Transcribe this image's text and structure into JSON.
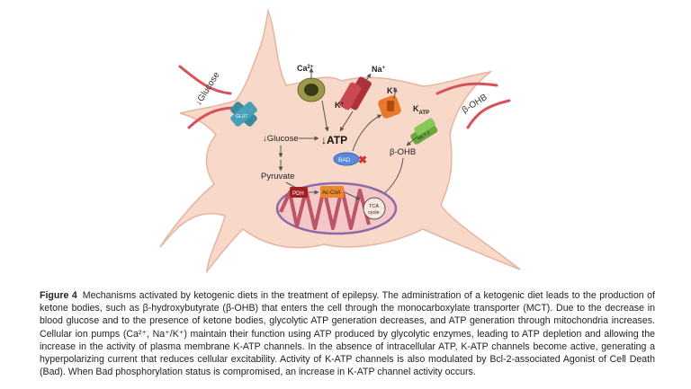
{
  "figure": {
    "labels": {
      "glucose_outside": "↓Glucose",
      "beta_ohb_outside": "β-OHB",
      "glut": "GLUT",
      "mct": "MCT-1",
      "glucose_inside": "↓Glucose",
      "atp": "↓ATP",
      "pyruvate": "Pyruvate",
      "pdh": "PDH",
      "acetyl_coa": "Ac-CoA",
      "tca_line1": "TCA",
      "tca_line2": "cycle",
      "bad": "BAD",
      "beta_ohb_inside": "β-OHB",
      "ca": "Ca",
      "ca_sup": "2+",
      "na": "Na",
      "na_sup": "+",
      "k1": "K",
      "k1_sup": "+",
      "k2": "K",
      "k2_sup": "+",
      "katp": "K",
      "katp_sub": "ATP"
    },
    "colors": {
      "cell_fill": "#f8d8c8",
      "cell_stroke": "#e6b4a0",
      "vessel": "#d8505a",
      "transporter": "#3a8aa0",
      "mct": "#7ab848",
      "ca_pump": "#8a8a3a",
      "na_pump": "#b0303a",
      "katp_channel": "#e8782a",
      "mitochondria": "#8a6aa8",
      "bad": "#5a8ad8",
      "x_mark": "#d83030"
    }
  },
  "caption": {
    "label": "Figure 4",
    "text": "Mechanisms activated by ketogenic diets in the treatment of epilepsy. The administration of a ketogenic diet leads to the production of ketone bodies, such as β-hydroxybutyrate (β-OHB) that enters the cell through the monocarboxylate transporter (MCT). Due to the decrease in blood glucose and to the presence of ketone bodies, glycolytic ATP generation decreases, and ATP generation through mitochondria increases. Cellular ion pumps (Ca²⁺, Na⁺/K⁺) maintain their function using ATP produced by glycolytic enzymes, leading to ATP depletion and allowing the increase in the activity of plasma membrane K-ATP channels. In the absence of intracellular ATP, K-ATP channels become active, generating a hyperpolarizing current that reduces cellular excitability. Activity of K-ATP channels is also modulated by Bcl-2-associated Agonist of Cell Death (Bad). When Bad phosphorylation status is compromised, an increase in K-ATP channel activity occurs."
  }
}
